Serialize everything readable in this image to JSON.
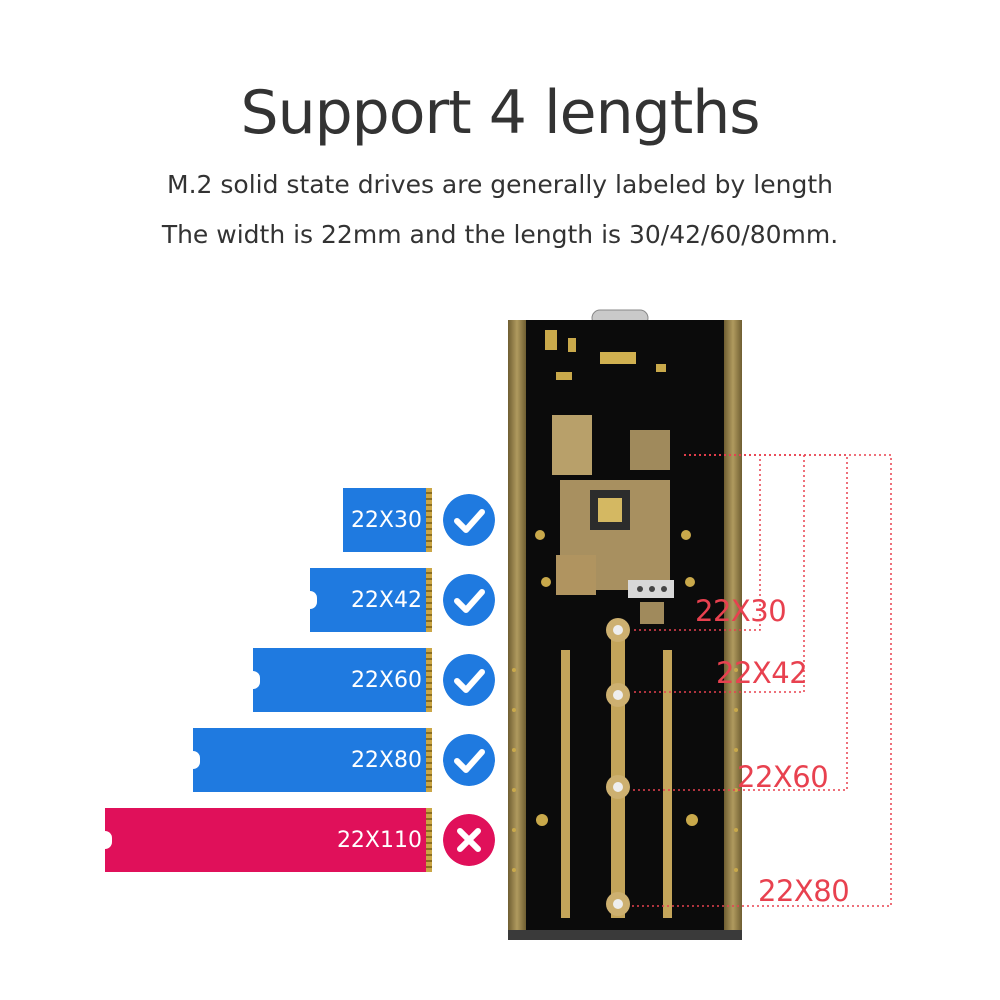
{
  "header": {
    "title": "Support 4 lengths",
    "line1": "M.2 solid state drives are generally labeled by length",
    "line2": "The width is 22mm and the length is 30/42/60/80mm."
  },
  "colors": {
    "supported_blue": "#1f7ae0",
    "unsupported_pink": "#e0105a",
    "label_red": "#e8414f",
    "pcb_black": "#0b0b0b",
    "rail_gold": "#8f7a45"
  },
  "drives": [
    {
      "label": "22X30",
      "supported": true,
      "icon": "check-circle-icon"
    },
    {
      "label": "22X42",
      "supported": true,
      "icon": "check-circle-icon"
    },
    {
      "label": "22X60",
      "supported": true,
      "icon": "check-circle-icon"
    },
    {
      "label": "22X80",
      "supported": true,
      "icon": "check-circle-icon"
    },
    {
      "label": "22X110",
      "supported": false,
      "icon": "x-circle-icon"
    }
  ],
  "length_markers": [
    {
      "label": "22X30"
    },
    {
      "label": "22X42"
    },
    {
      "label": "22X60"
    },
    {
      "label": "22X80"
    }
  ]
}
